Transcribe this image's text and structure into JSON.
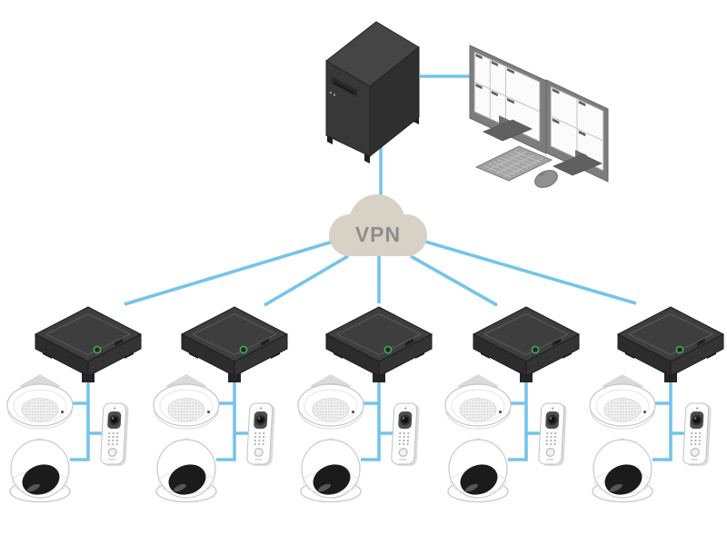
{
  "diagram": {
    "cloud_label": "VPN"
  },
  "colors": {
    "background": "#ffffff",
    "connection_line": "#74c4ea",
    "cloud": "#d8d1c6",
    "cloud_text": "#8d8d8d",
    "recorder_body": "#3e3e3e",
    "status_led_green": "#3fae49",
    "camera_white": "#ffffff",
    "monitor_gray": "#7d7d7d"
  },
  "icons": {
    "server": "tower-server-icon",
    "workstation": "dual-monitor-workstation-icon",
    "keyboard": "keyboard-icon",
    "mouse": "mouse-icon",
    "cloud": "vpn-cloud-icon",
    "recorder": "network-recorder-icon",
    "ceiling_speaker": "ceiling-speaker-icon",
    "dome_camera": "dome-camera-icon",
    "door_station": "door-station-icon"
  },
  "topology": {
    "sites": 5,
    "core_devices": [
      "tower-server",
      "dual-monitor-workstation",
      "vpn-cloud"
    ],
    "devices_per_site": [
      "network-recorder",
      "ceiling-speaker",
      "dome-camera",
      "door-station"
    ]
  }
}
